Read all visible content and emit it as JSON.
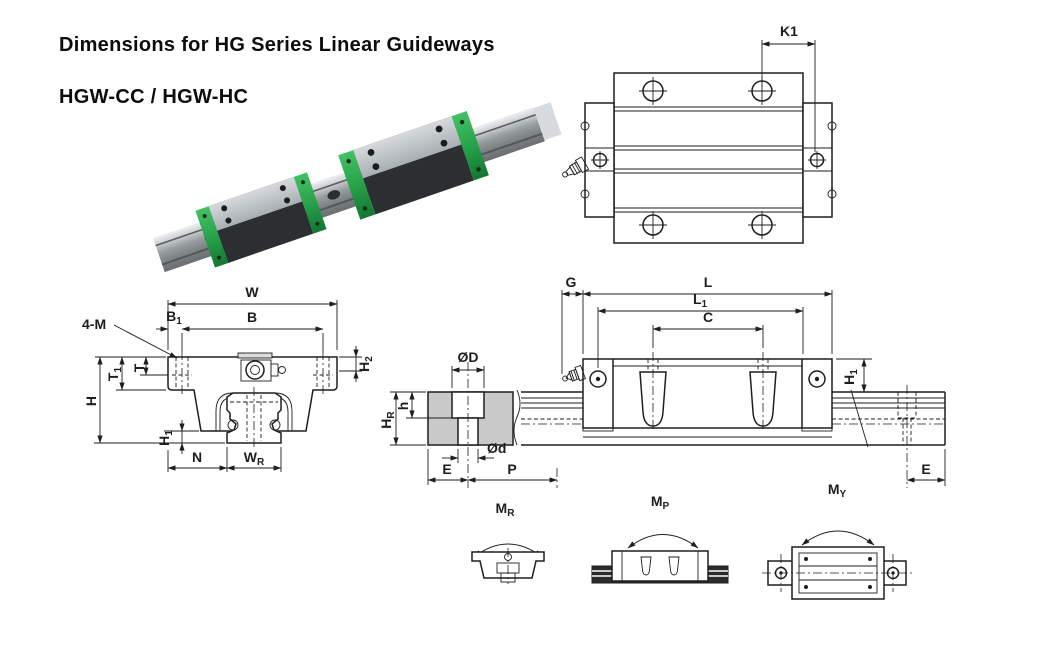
{
  "page": {
    "title": "Dimensions for HG Series Linear Guideways",
    "model": "HGW-CC / HGW-HC"
  },
  "colors": {
    "drawing_line": "#1e1e1e",
    "rail_section_fill": "#c9c9c9",
    "accent_green": "#28a24b",
    "photo_dark_body": "#2c2f32",
    "photo_rail_silver": "#c4c8cb"
  },
  "top_view": {
    "k1": "K1"
  },
  "front_view": {
    "w": "W",
    "b1": {
      "main": "B",
      "sub": "1"
    },
    "b": "B",
    "four_m": "4-M",
    "t1": {
      "main": "T",
      "sub": "1"
    },
    "t": "T",
    "h": "H",
    "h1": {
      "main": "H",
      "sub": "1"
    },
    "h2": {
      "main": "H",
      "sub": "2"
    },
    "n": "N",
    "wr": {
      "main": "W",
      "sub": "R"
    }
  },
  "side_view": {
    "g": "G",
    "l": "L",
    "l1": {
      "main": "L",
      "sub": "1"
    },
    "c": "C",
    "od_upper": "ØD",
    "od_lower": "Ød",
    "hr": {
      "main": "H",
      "sub": "R"
    },
    "h_small": "h",
    "e_left": "E",
    "p": "P",
    "h1": {
      "main": "H",
      "sub": "1"
    },
    "e_right": "E"
  },
  "moments": {
    "roll": {
      "main": "M",
      "sub": "R"
    },
    "pitch": {
      "main": "M",
      "sub": "P"
    },
    "yaw": {
      "main": "M",
      "sub": "Y"
    }
  }
}
